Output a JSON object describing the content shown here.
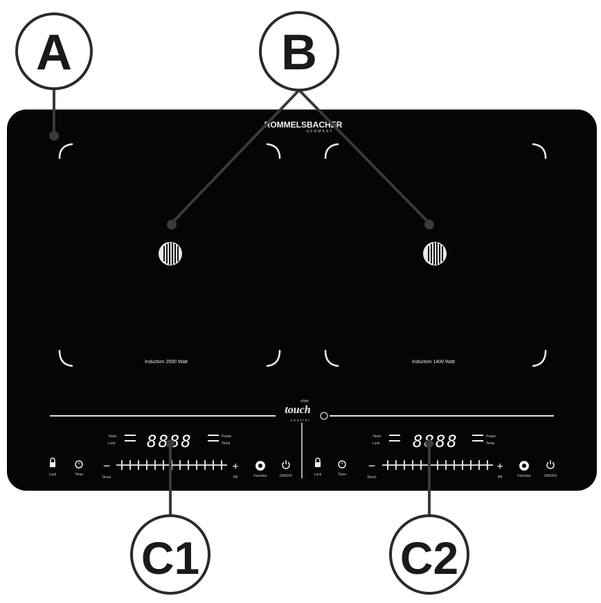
{
  "callouts": {
    "a": "A",
    "b": "B",
    "c1": "C1",
    "c2": "C2"
  },
  "cooktop": {
    "brand": "ROMMELSBACHER",
    "brand_sub": "GERMANY",
    "zone_left_label": "Induction 2000 Watt",
    "zone_right_label": "Induction 1400 Watt",
    "logo_line1": "slider",
    "logo_line2": "touch",
    "logo_line3": "control"
  },
  "control_left": {
    "display": "8888",
    "lock_label": "Lock",
    "timer_label": "Timer",
    "minus": "−",
    "plus": "+",
    "function_label": "Function",
    "onoff_label": "ON/OFF",
    "min_label": "Direct",
    "max_label": "PB"
  },
  "control_right": {
    "display": "8888",
    "lock_label": "Lock",
    "timer_label": "Timer",
    "minus": "−",
    "plus": "+",
    "function_label": "Function",
    "onoff_label": "ON/OFF",
    "min_label": "Direct",
    "max_label": "PB"
  },
  "colors": {
    "cooktop": "#050505",
    "markings": "#f0f0f0",
    "leader": "#3a3a3a"
  }
}
